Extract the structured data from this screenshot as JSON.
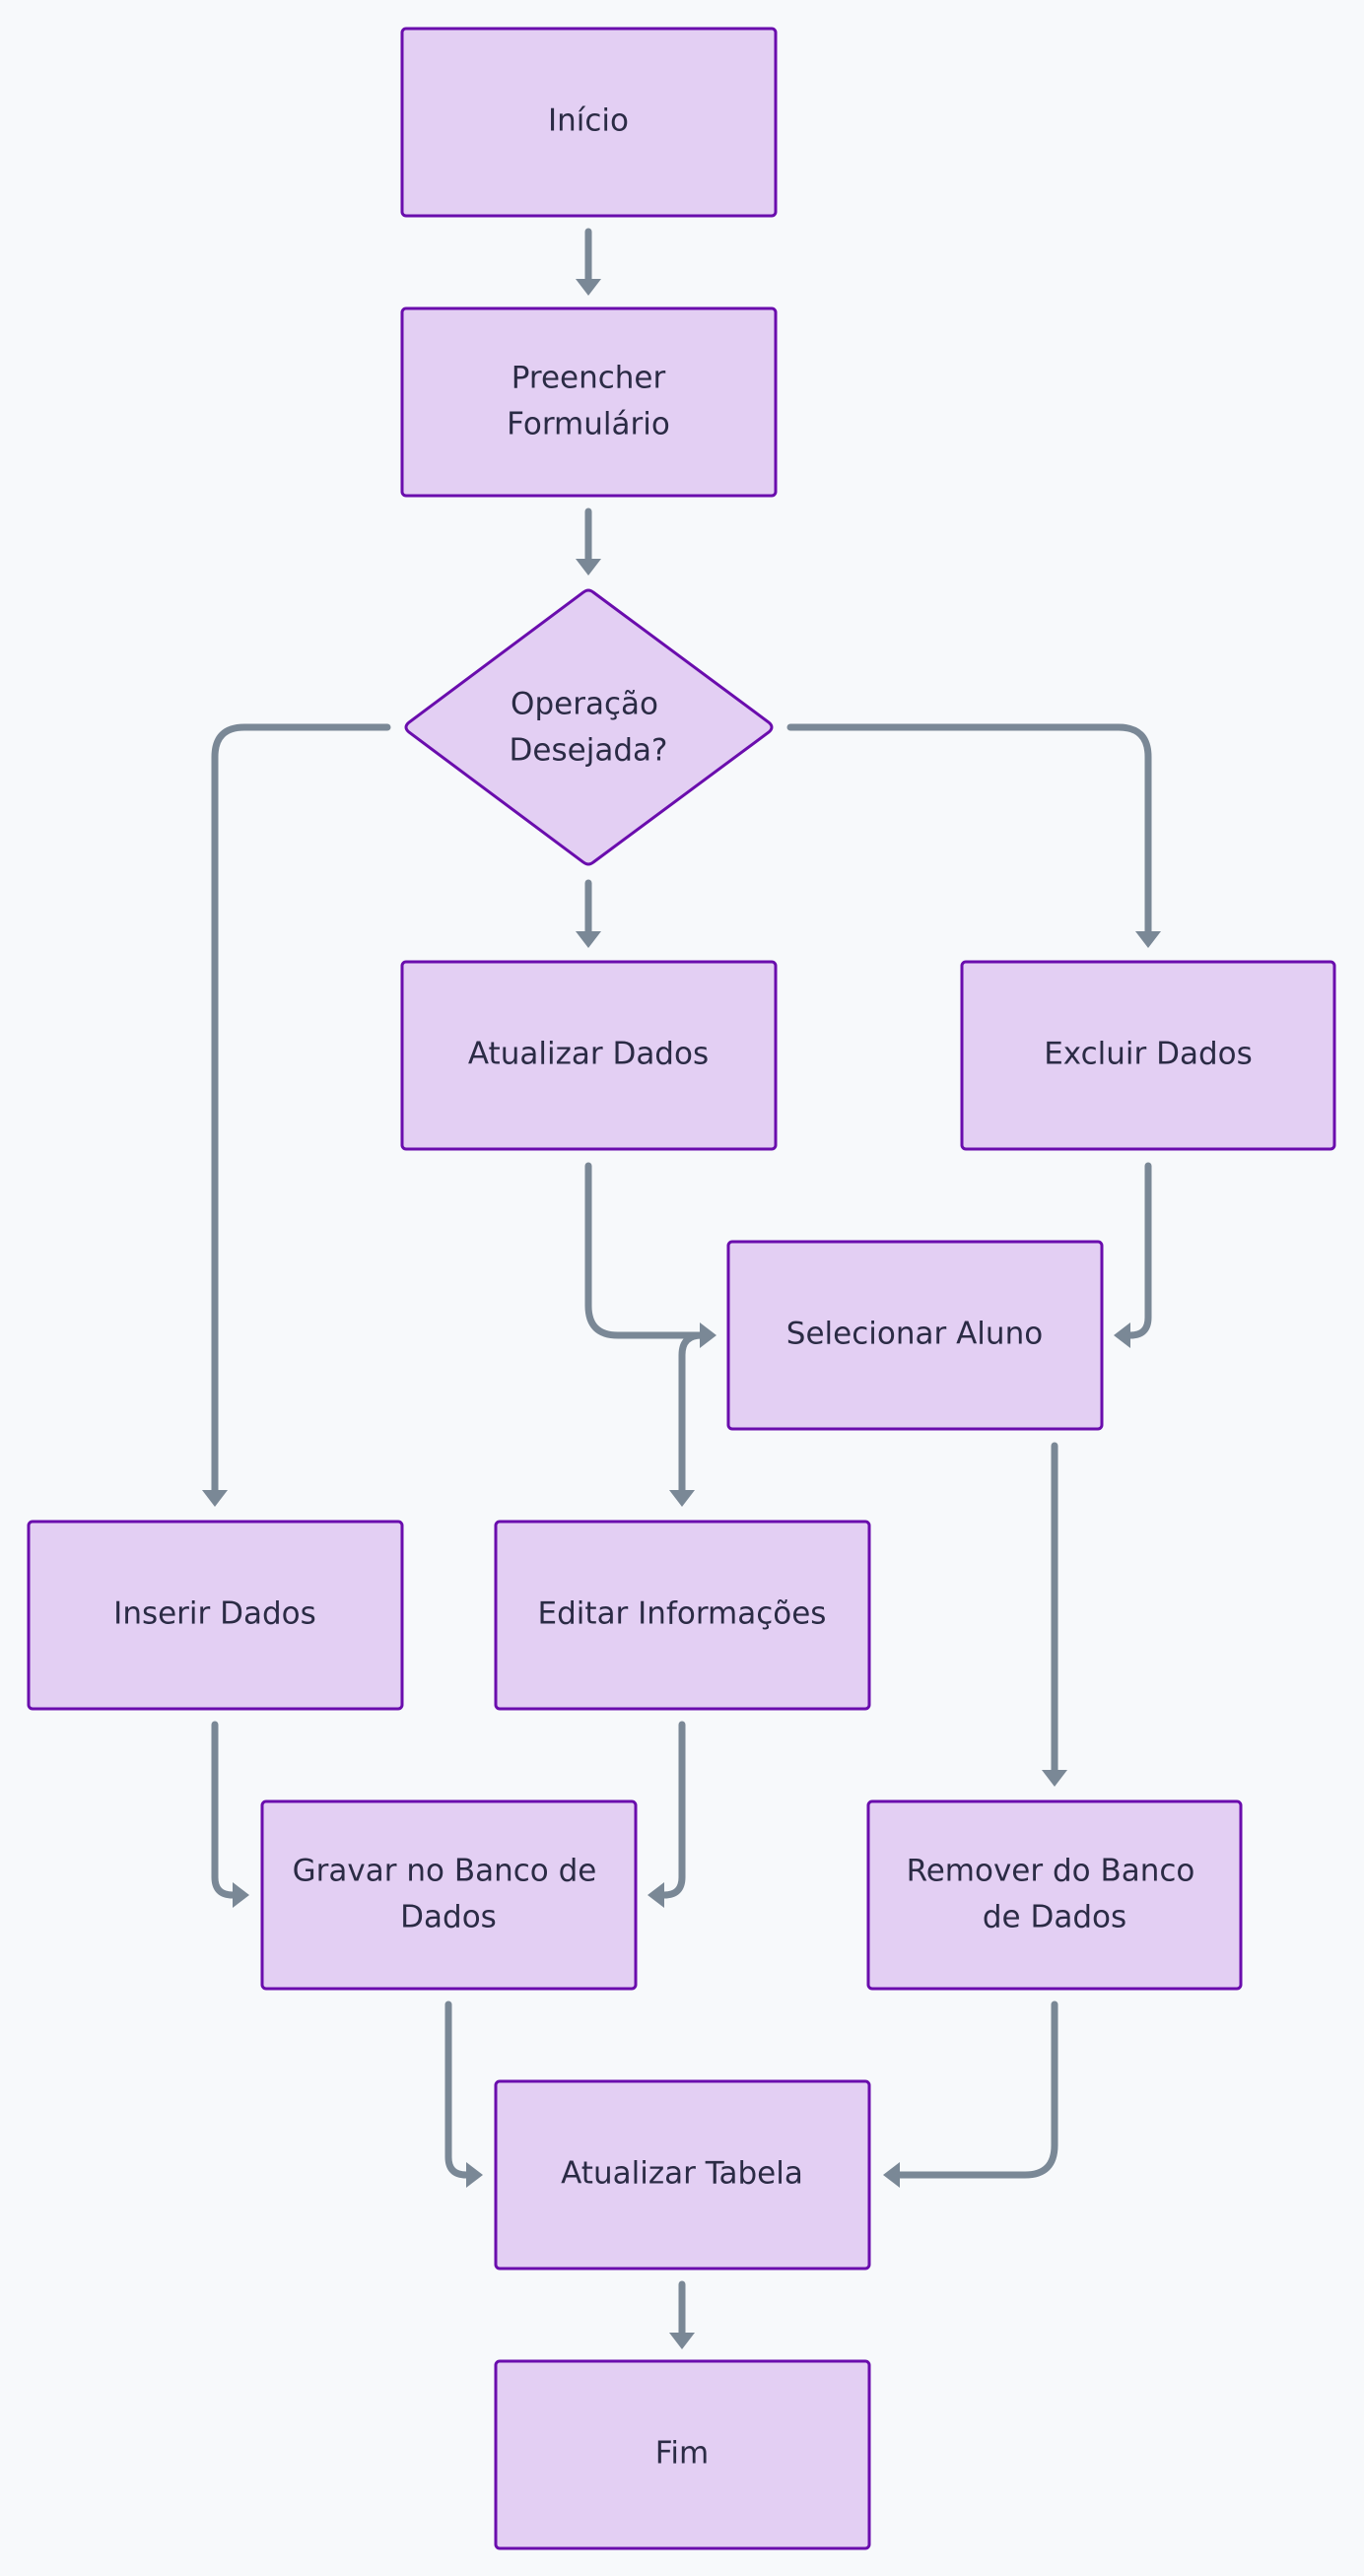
{
  "nodes": {
    "inicio": "Início",
    "preencher": [
      "Preencher",
      "Formulário"
    ],
    "operacao": [
      "Operação",
      "Desejada?"
    ],
    "atualizar_dados": "Atualizar Dados",
    "excluir_dados": "Excluir Dados",
    "selecionar_aluno": "Selecionar Aluno",
    "inserir_dados": "Inserir Dados",
    "editar_informacoes": "Editar Informações",
    "gravar_banco": [
      "Gravar no Banco de",
      "Dados"
    ],
    "remover_banco": [
      "Remover do Banco",
      "de Dados"
    ],
    "atualizar_tabela": "Atualizar Tabela",
    "fim": "Fim"
  },
  "colors": {
    "background": "#f7f9fb",
    "node_fill": "#e3cff3",
    "node_stroke": "#6a0dad",
    "edge": "#7a8896",
    "text": "#2b2b45"
  }
}
